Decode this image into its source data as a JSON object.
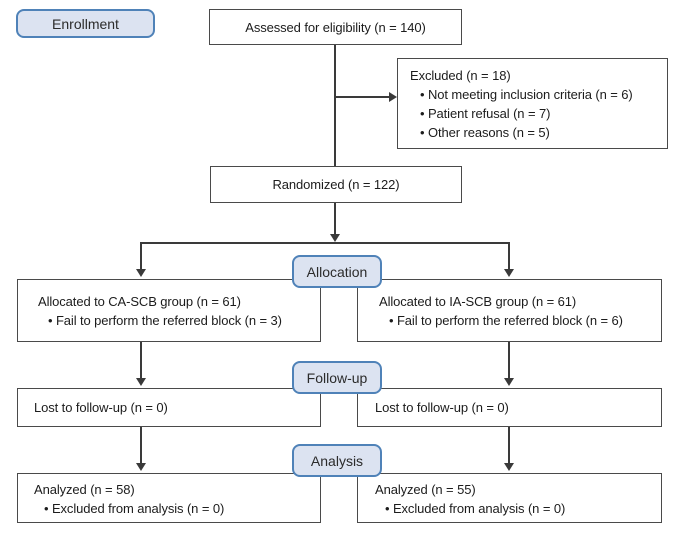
{
  "stages": {
    "enrollment": "Enrollment",
    "allocation": "Allocation",
    "followup": "Follow-up",
    "analysis": "Analysis"
  },
  "boxes": {
    "assessed": {
      "text": "Assessed for eligibility (n = 140)"
    },
    "excluded": {
      "title": "Excluded (n = 18)",
      "items": [
        "• Not meeting inclusion criteria (n = 6)",
        "• Patient refusal (n = 7)",
        "• Other reasons (n = 5)"
      ]
    },
    "randomized": {
      "text": "Randomized (n = 122)"
    },
    "allocation_left": {
      "title": "Allocated to CA-SCB group (n = 61)",
      "items": [
        "• Fail to perform the referred block (n = 3)"
      ]
    },
    "allocation_right": {
      "title": "Allocated to IA-SCB group (n = 61)",
      "items": [
        "• Fail to perform the referred block (n = 6)"
      ]
    },
    "followup_left": {
      "text": "Lost to follow-up (n = 0)"
    },
    "followup_right": {
      "text": "Lost to follow-up (n = 0)"
    },
    "analysis_left": {
      "title": "Analyzed (n = 58)",
      "items": [
        "• Excluded from analysis (n = 0)"
      ]
    },
    "analysis_right": {
      "title": "Analyzed (n = 55)",
      "items": [
        "• Excluded from analysis (n = 0)"
      ]
    }
  },
  "colors": {
    "stage_fill": "#dce3f1",
    "stage_border": "#4f82b8",
    "box_border": "#4a4a4a",
    "connector_line": "#3a3a3a",
    "text": "#1c1c1c"
  }
}
